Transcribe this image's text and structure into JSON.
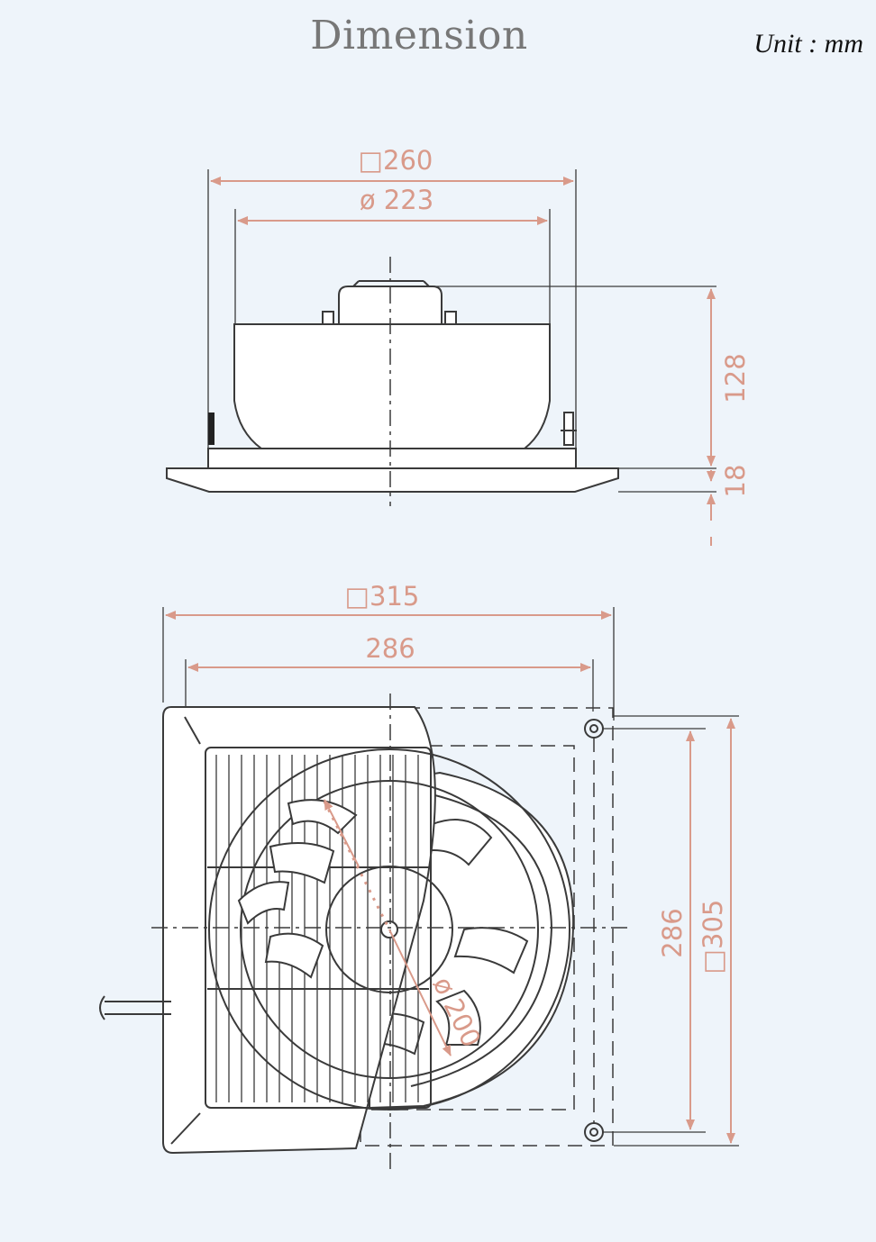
{
  "title": "Dimension",
  "unit": "Unit : mm",
  "colors": {
    "dimension": "#d99a8a",
    "drawing": "#3a3a3a",
    "background": "#eef4fa"
  },
  "side_view": {
    "outer_width": "□260",
    "inner_diameter": "ø 223",
    "body_height": "128",
    "panel_thickness": "18"
  },
  "front_view": {
    "panel_width": "□315",
    "grille_width": "286",
    "fan_diameter": "ø 200",
    "mount_spacing": "286",
    "frame_height": "□305"
  }
}
